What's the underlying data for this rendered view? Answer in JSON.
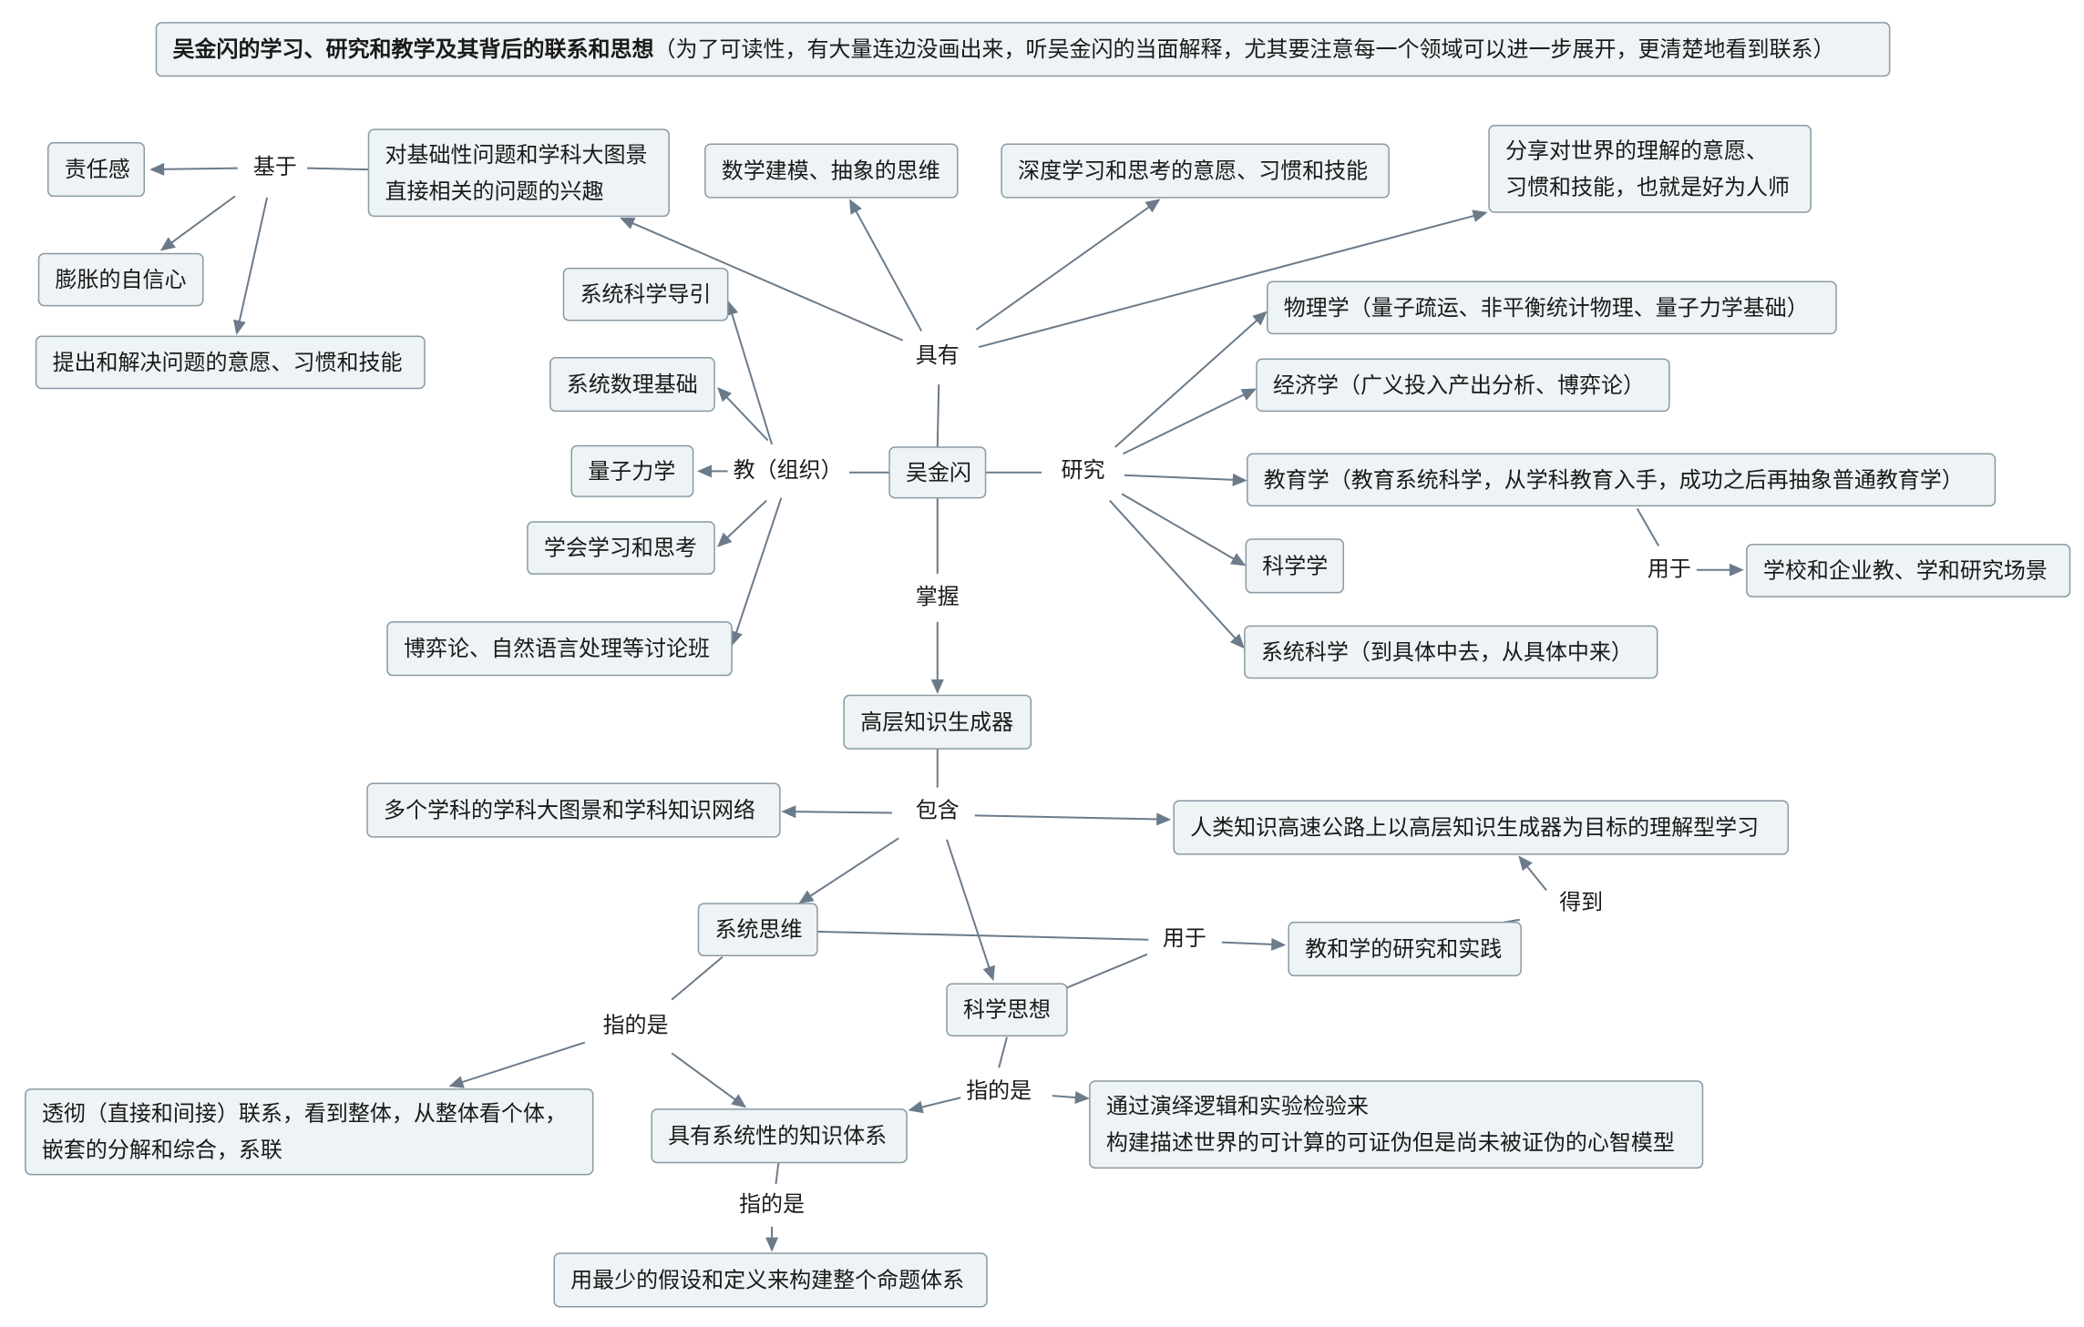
{
  "title": {
    "bold": "吴金闪的学习、研究和教学及其背后的联系和思想",
    "note": "（为了可读性，有大量连边没画出来，听吴金闪的当面解释，尤其要注意每一个领域可以进一步展开，更清楚地看到联系）"
  },
  "nodes": {
    "center": [
      "吴金闪"
    ],
    "high_level_generator": [
      "高层知识生成器"
    ],
    "responsibility": [
      "责任感"
    ],
    "confidence": [
      "膨胀的自信心"
    ],
    "problem_solving": [
      "提出和解决问题的意愿、习惯和技能"
    ],
    "interest": [
      "对基础性问题和学科大图景",
      "直接相关的问题的兴趣"
    ],
    "math_modeling": [
      "数学建模、抽象的思维"
    ],
    "deep_learning": [
      "深度学习和思考的意愿、习惯和技能"
    ],
    "sharing": [
      "分享对世界的理解的意愿、",
      "习惯和技能，也就是好为人师"
    ],
    "sys_sci_intro": [
      "系统科学导引"
    ],
    "sys_math": [
      "系统数理基础"
    ],
    "quantum": [
      "量子力学"
    ],
    "learn_think": [
      "学会学习和思考"
    ],
    "seminars": [
      "博弈论、自然语言处理等讨论班"
    ],
    "physics": [
      "物理学（量子疏运、非平衡统计物理、量子力学基础）"
    ],
    "economics": [
      "经济学（广义投入产出分析、博弈论）"
    ],
    "education": [
      "教育学（教育系统科学，从学科教育入手，成功之后再抽象普通教育学）"
    ],
    "science_of_science": [
      "科学学"
    ],
    "systems_science": [
      "系统科学（到具体中去，从具体中来）"
    ],
    "school_enterprise": [
      "学校和企业教、学和研究场景"
    ],
    "big_picture": [
      "多个学科的学科大图景和学科知识网络"
    ],
    "highway": [
      "人类知识高速公路上以高层知识生成器为目标的理解型学习"
    ],
    "systems_thinking": [
      "系统思维"
    ],
    "scientific_thinking": [
      "科学思想"
    ],
    "teaching_research": [
      "教和学的研究和实践"
    ],
    "insight": [
      "透彻（直接和间接）联系，看到整体，从整体看个体，",
      "嵌套的分解和综合，系联"
    ],
    "systematic_knowledge": [
      "具有系统性的知识体系"
    ],
    "mental_model": [
      "通过演绎逻辑和实验检验来",
      "构建描述世界的可计算的可证伪但是尚未被证伪的心智模型"
    ],
    "minimal_axioms": [
      "用最少的假设和定义来构建整个命题体系"
    ]
  },
  "relations": {
    "based_on": "基于",
    "has": "具有",
    "teach": "教（组织）",
    "research": "研究",
    "master": "掌握",
    "contains": "包含",
    "used_for_edu": "用于",
    "used_for": "用于",
    "gets": "得到",
    "refers_sys": "指的是",
    "refers_sci": "指的是",
    "refers_know": "指的是"
  },
  "colors": {
    "node_fill": "#eef3f5",
    "node_border": "#8a9aa4",
    "edge": "#6b7b8a"
  }
}
